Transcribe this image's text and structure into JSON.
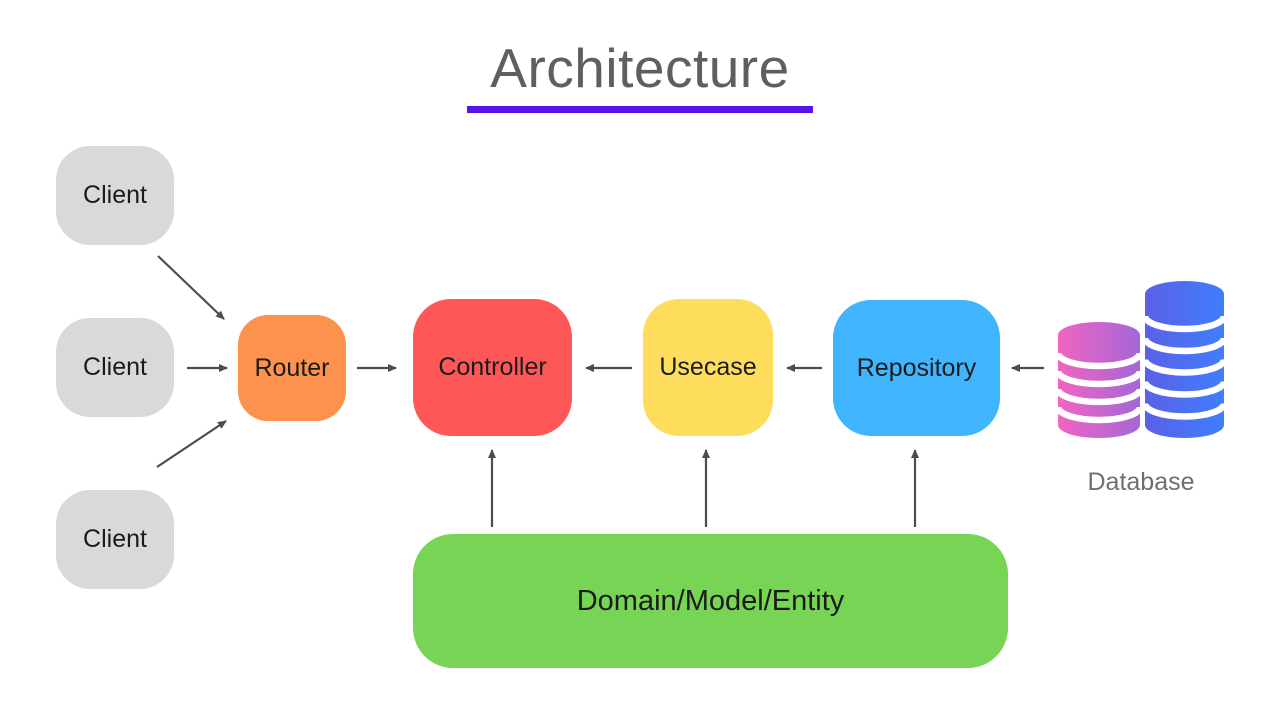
{
  "title": {
    "text": "Architecture",
    "text_color": "#5f5f5f",
    "underline_color": "#5a13e8"
  },
  "nodes": {
    "clients": [
      {
        "label": "Client"
      },
      {
        "label": "Client"
      },
      {
        "label": "Client"
      }
    ],
    "client_color": "#d9d9d9",
    "router": {
      "label": "Router",
      "color": "#fd924e"
    },
    "controller": {
      "label": "Controller",
      "color": "#fe5757"
    },
    "usecase": {
      "label": "Usecase",
      "color": "#ffdd5c"
    },
    "repository": {
      "label": "Repository",
      "color": "#40b5fd"
    },
    "domain": {
      "label": "Domain/Model/Entity",
      "color": "#77d455"
    }
  },
  "database": {
    "label": "Database",
    "label_color": "#6f6f6f",
    "left_stack_gradient": [
      "#f065c1",
      "#a466d7"
    ],
    "right_stack_gradient": [
      "#5c60e8",
      "#3f7efd"
    ]
  },
  "arrows": {
    "color": "#4d4d4d",
    "connections": [
      {
        "from": "client-1",
        "to": "router"
      },
      {
        "from": "client-2",
        "to": "router"
      },
      {
        "from": "client-3",
        "to": "router"
      },
      {
        "from": "router",
        "to": "controller"
      },
      {
        "from": "usecase",
        "to": "controller"
      },
      {
        "from": "repository",
        "to": "usecase"
      },
      {
        "from": "database",
        "to": "repository"
      },
      {
        "from": "domain",
        "to": "controller"
      },
      {
        "from": "domain",
        "to": "usecase"
      },
      {
        "from": "domain",
        "to": "repository"
      }
    ]
  }
}
